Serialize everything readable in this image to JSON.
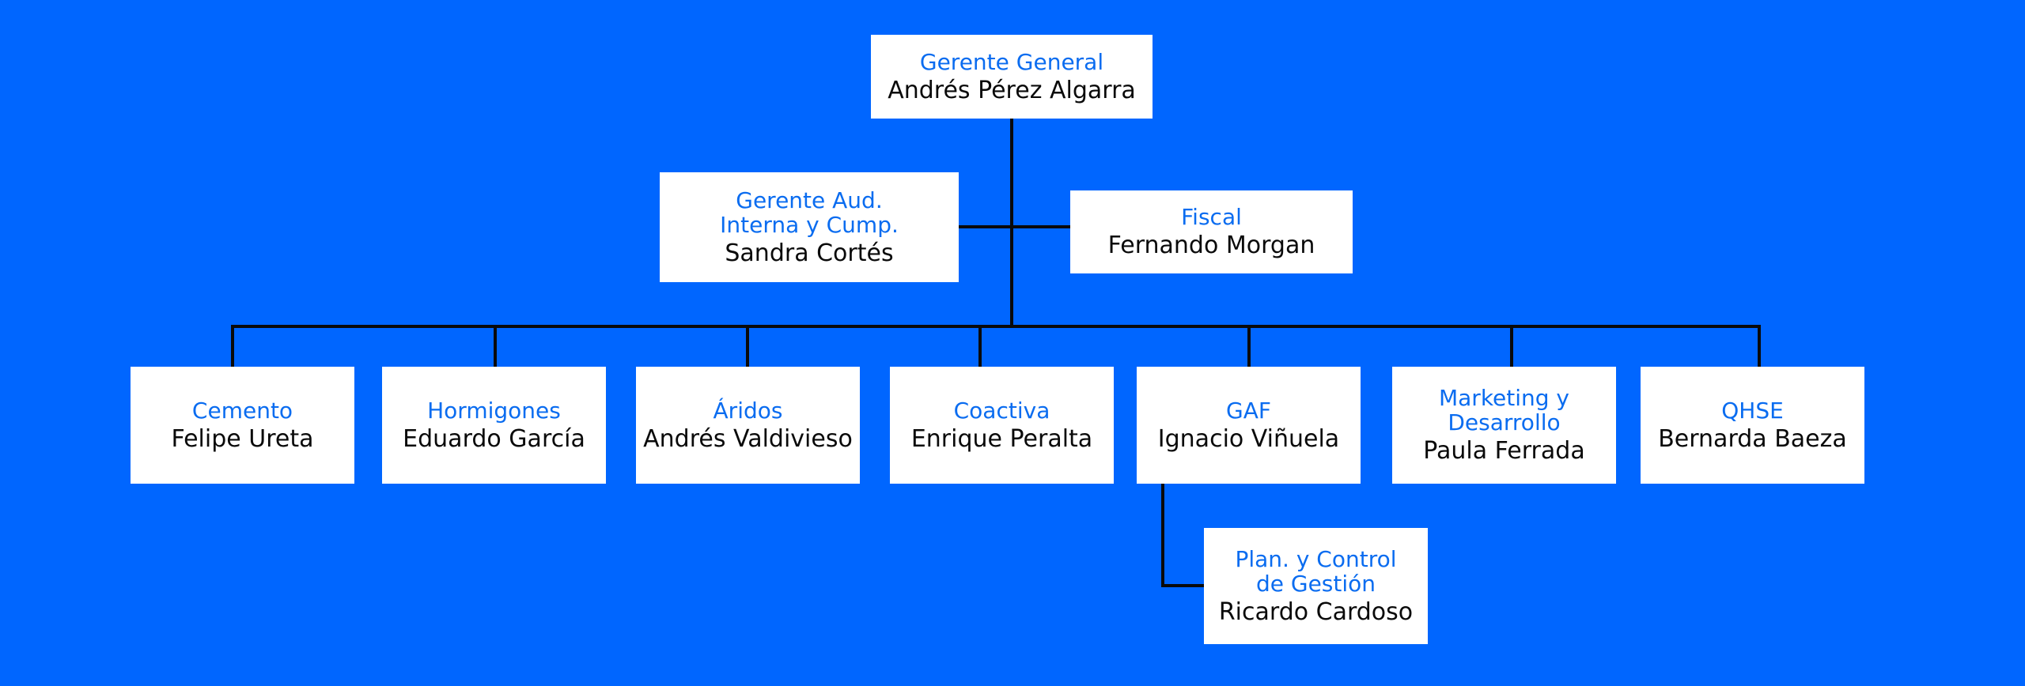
{
  "nodes": {
    "ceo": {
      "role": "Gerente General",
      "person": "Andrés Pérez Algarra"
    },
    "audit": {
      "role": "Gerente Aud.\nInterna y Cump.",
      "person": "Sandra Cortés"
    },
    "fiscal": {
      "role": "Fiscal",
      "person": "Fernando Morgan"
    },
    "cemento": {
      "role": "Cemento",
      "person": "Felipe Ureta"
    },
    "hormigones": {
      "role": "Hormigones",
      "person": "Eduardo García"
    },
    "aridos": {
      "role": "Áridos",
      "person": "Andrés Valdivieso"
    },
    "coactiva": {
      "role": "Coactiva",
      "person": "Enrique Peralta"
    },
    "gaf": {
      "role": "GAF",
      "person": "Ignacio Viñuela"
    },
    "marketing": {
      "role": "Marketing y\nDesarrollo",
      "person": "Paula Ferrada"
    },
    "qhse": {
      "role": "QHSE",
      "person": "Bernarda Baeza"
    },
    "plan": {
      "role": "Plan. y Control\nde Gestión",
      "person": "Ricardo Cardoso"
    }
  },
  "colors": {
    "background": "#0066ff",
    "box": "#ffffff",
    "role_text": "#0a6cf0",
    "person_text": "#0a0a0a",
    "connector": "#0a0a0a"
  }
}
